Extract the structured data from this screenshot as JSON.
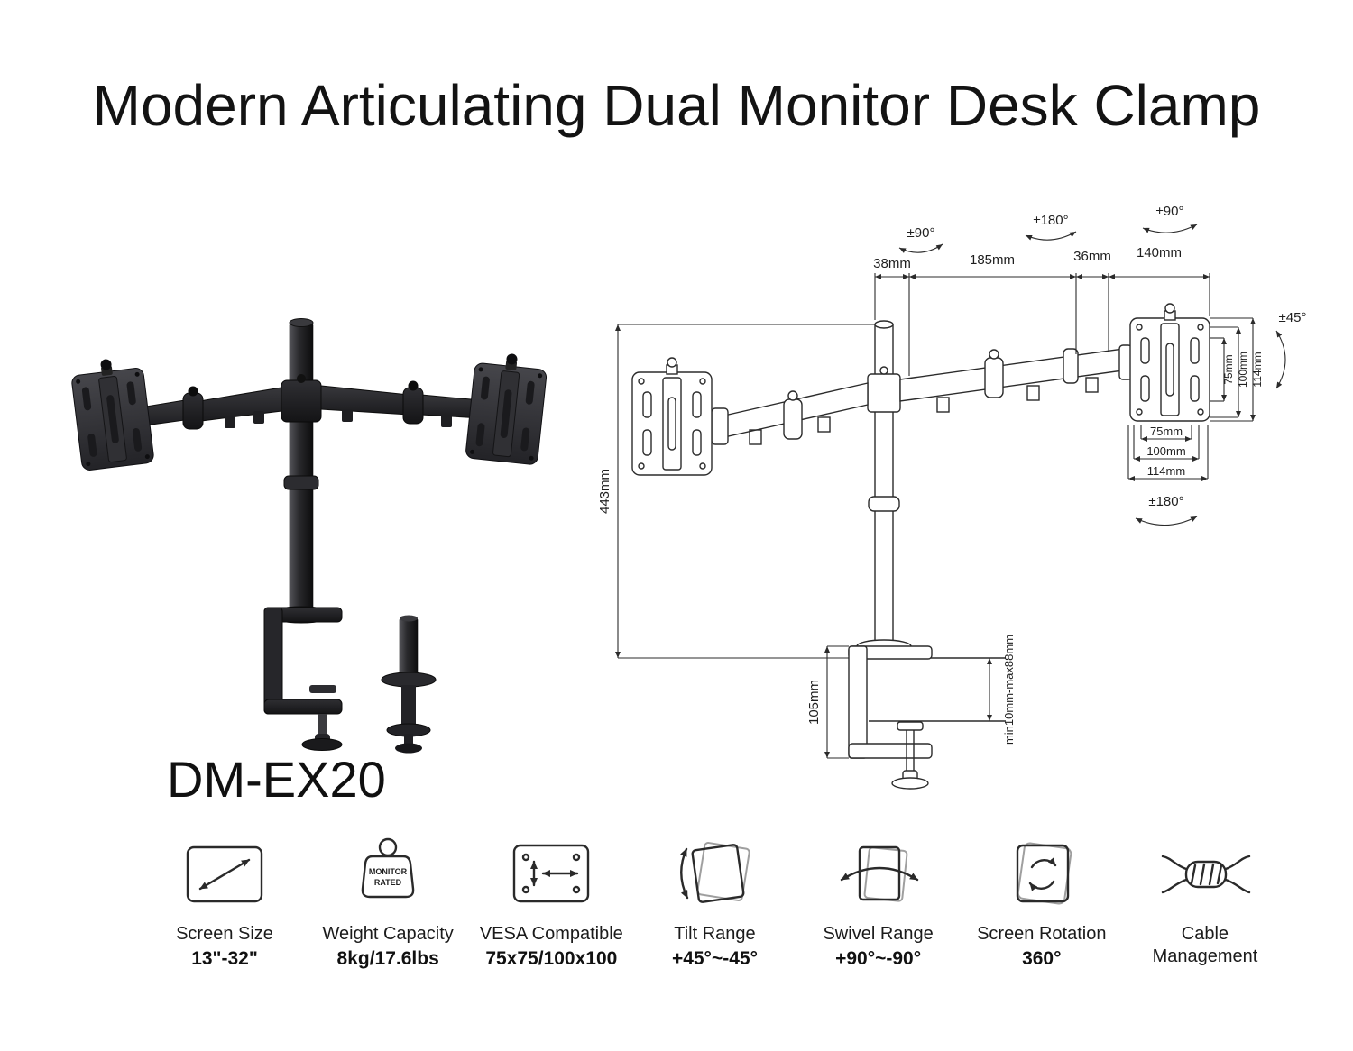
{
  "title": "Modern Articulating Dual Monitor Desk Clamp",
  "model": "DM-EX20",
  "colors": {
    "ink": "#1f1f1f",
    "product_dark": "#1b1b1e",
    "accent": "#2b2b2b"
  },
  "diagram": {
    "angle_top_left": "±90°",
    "angle_top_mid": "±180°",
    "angle_top_right": "±90°",
    "dims_top": [
      "38mm",
      "185mm",
      "36mm",
      "140mm"
    ],
    "pole_height": "443mm",
    "clamp_height": "105mm",
    "desk_thickness": "min10mm-max88mm",
    "vesa_side": [
      "75mm",
      "100mm",
      "114mm"
    ],
    "tilt_angle": "±45°",
    "vesa_bottom": [
      "75mm",
      "100mm",
      "114mm"
    ],
    "angle_bottom_right": "±180°"
  },
  "features": [
    {
      "icon": "screen-size-icon",
      "label": "Screen Size",
      "value": "13\"-32\""
    },
    {
      "icon": "weight-capacity-icon",
      "label": "Weight Capacity",
      "value": "8kg/17.6lbs",
      "badge": [
        "MONITOR",
        "RATED"
      ]
    },
    {
      "icon": "vesa-compatible-icon",
      "label": "VESA Compatible",
      "value": "75x75/100x100"
    },
    {
      "icon": "tilt-range-icon",
      "label": "Tilt Range",
      "value": "+45°~-45°"
    },
    {
      "icon": "swivel-range-icon",
      "label": "Swivel Range",
      "value": "+90°~-90°"
    },
    {
      "icon": "screen-rotation-icon",
      "label": "Screen Rotation",
      "value": "360°"
    },
    {
      "icon": "cable-management-icon",
      "label": "Cable Management",
      "value": ""
    }
  ]
}
